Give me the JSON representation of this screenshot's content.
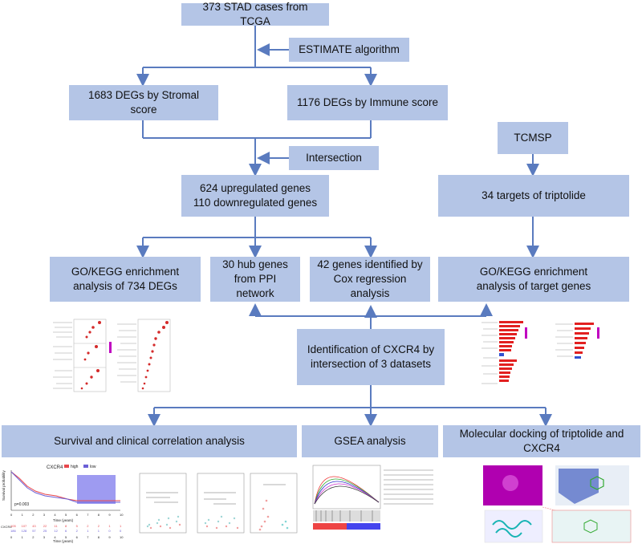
{
  "nodes": {
    "tcga": "373 STAD cases from TCGA",
    "estimate": "ESTIMATE algorithm",
    "stromal": "1683 DEGs by Stromal score",
    "immune": "1176 DEGs by Immune score",
    "intersection": "Intersection",
    "tcmsp": "TCMSP",
    "genes": [
      "624 upregulated genes",
      "110 downregulated genes"
    ],
    "targets": "34 targets of triptolide",
    "gokegg_degs": [
      "GO/KEGG enrichment",
      "analysis of 734 DEGs"
    ],
    "hub": [
      "30 hub genes",
      "from PPI network"
    ],
    "cox": [
      "42 genes identified by",
      "Cox regression analysis"
    ],
    "gokegg_targets": [
      "GO/KEGG enrichment",
      "analysis of target genes"
    ],
    "cxcr4": [
      "Identification of CXCR4 by",
      "intersection of 3 datasets"
    ],
    "survival": "Survival and clinical correlation analysis",
    "gsea": "GSEA analysis",
    "docking": "Molecular docking of triptolide and CXCR4"
  },
  "figures": {
    "km_title": "CXCR4",
    "km_legend": [
      "high",
      "low"
    ],
    "km_pvalue": "p=0.003",
    "km_ylabel": "Survival probability",
    "km_xlabel": "Time (years)",
    "km_ticks": [
      "0",
      "1",
      "2",
      "3",
      "4",
      "5",
      "6",
      "7",
      "8",
      "9",
      "10"
    ],
    "km_risk_high": [
      "105",
      "107",
      "43",
      "22",
      "11",
      "8",
      "5",
      "2",
      "2",
      "1",
      "1"
    ],
    "km_risk_low": [
      "186",
      "128",
      "57",
      "25",
      "12",
      "6",
      "2",
      "1",
      "1",
      "0",
      "0"
    ],
    "km_risk_label": "CXCR4",
    "colors": {
      "box": "#b4c5e6",
      "arrow": "#5a7bbf",
      "high": "#e8474c",
      "low": "#6b5fd6",
      "highlight": "#8d8aee",
      "magenta": "#c000c0"
    }
  }
}
